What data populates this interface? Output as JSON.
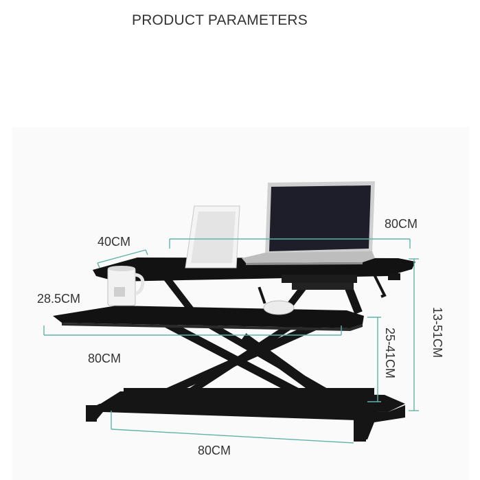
{
  "header": {
    "title": "PRODUCT PARAMETERS"
  },
  "dimensions": {
    "top_width": "80CM",
    "side_tray": "40CM",
    "keyboard_depth": "28.5CM",
    "keyboard_width": "80CM",
    "base_width": "80CM",
    "total_height": "13-51CM",
    "keyboard_height": "25-41CM"
  },
  "colors": {
    "dimension_line": "#5fb3a6",
    "desk": "#141414",
    "text": "#333333"
  }
}
